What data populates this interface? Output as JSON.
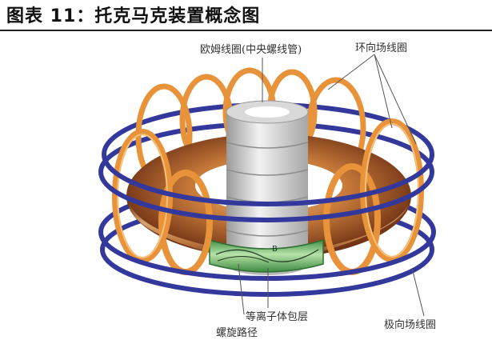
{
  "figure": {
    "title": "图表 11：托克马克装置概念图"
  },
  "labels": {
    "ohmic_coil": "欧姆线圈(中央螺线管)",
    "toroidal_coil": "环向场线圈",
    "plasma_sheath": "等离子体包层",
    "helical_path": "螺旋路径",
    "poloidal_coil": "极向场线圈",
    "field_symbol": "B"
  },
  "colors": {
    "coil_orange": "#e8933a",
    "coil_orange_light": "#f6c07a",
    "ring_blue": "#33389c",
    "torus_dark": "#6b2a10",
    "torus_light": "#e2a86a",
    "solenoid_gray": "#c9c9c9",
    "plasma_green": "#6fbf73"
  }
}
